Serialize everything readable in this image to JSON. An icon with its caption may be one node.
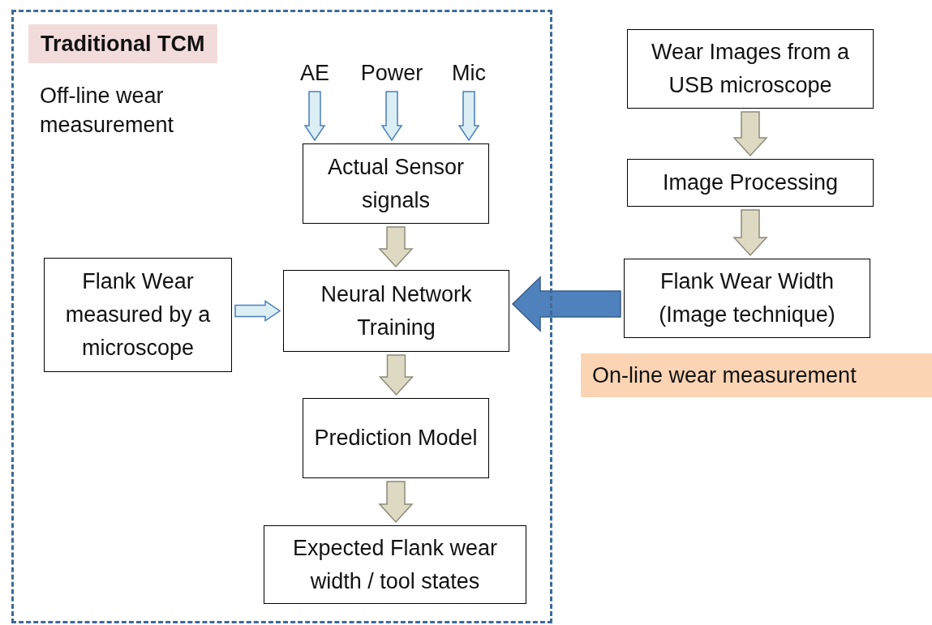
{
  "diagram": {
    "nodes": [
      {
        "text": [
          "Traditional TCM",
          "Off-line wear measurement"
        ]
      },
      {
        "text": [
          "AE"
        ],
        "in": 0
      },
      {
        "text": [
          "Power"
        ],
        "in": 0
      },
      {
        "text": [
          "Mic"
        ],
        "in": 0
      },
      {
        "text": [
          "Actual Sensor signals"
        ],
        "in": 0
      },
      {
        "text": [
          "Flank Wear measured by a microscope"
        ],
        "in": 0
      },
      {
        "text": [
          "Neural Network Training"
        ],
        "in": 0
      },
      {
        "text": [
          "Prediction Model"
        ],
        "in": 0
      },
      {
        "text": [
          "Expected Flank wear width / tool states"
        ],
        "in": 0
      },
      {
        "text": [
          "Wear Images from a USB microscope"
        ]
      },
      {
        "text": [
          "Image Processing"
        ]
      },
      {
        "text": [
          "Flank Wear Width (Image technique)"
        ]
      },
      {
        "text": [
          "On-line wear measurement"
        ]
      }
    ],
    "edges": [
      {
        "from": 1,
        "to": 4,
        "arrow": "to",
        "color": "#dbeef4"
      },
      {
        "from": 2,
        "to": 4,
        "arrow": "to",
        "color": "#dbeef4"
      },
      {
        "from": 3,
        "to": 4,
        "arrow": "to",
        "color": "#dbeef4"
      },
      {
        "from": 4,
        "to": 6,
        "arrow": "to"
      },
      {
        "from": 5,
        "to": 6,
        "arrow": "to",
        "color": "#dbeef4"
      },
      {
        "from": 6,
        "to": 7,
        "arrow": "to"
      },
      {
        "from": 7,
        "to": 8,
        "arrow": "to"
      },
      {
        "from": 9,
        "to": 10,
        "arrow": "to"
      },
      {
        "from": 10,
        "to": 11,
        "arrow": "to"
      },
      {
        "from": 11,
        "to": 6,
        "arrow": "to",
        "style": "thick",
        "color": "#4f81bd"
      }
    ]
  }
}
